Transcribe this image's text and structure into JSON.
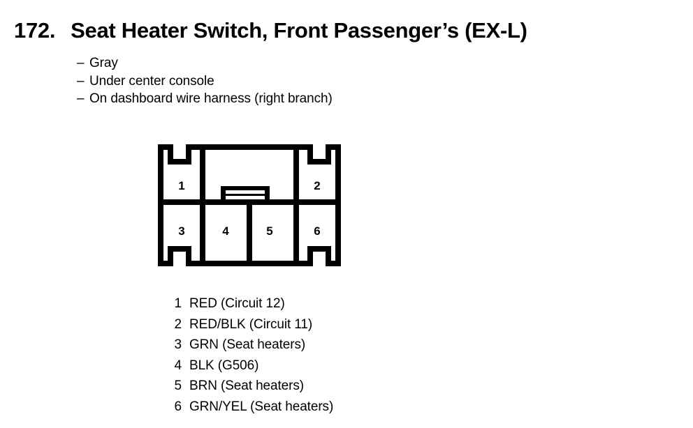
{
  "page": {
    "background_color": "#ffffff",
    "ink_color": "#000000"
  },
  "title": {
    "number": "172.",
    "text": "Seat Heater Switch, Front Passenger’s (EX-L)"
  },
  "attributes": {
    "dash": "–",
    "items": [
      {
        "text": "Gray"
      },
      {
        "text": "Under center console"
      },
      {
        "text": "On dashboard wire harness (right branch)"
      }
    ]
  },
  "connector": {
    "name": "6-pin connector face view",
    "top_row_pins": [
      "1",
      "2"
    ],
    "bottom_row_pins": [
      "3",
      "4",
      "5",
      "6"
    ],
    "latch": "center-latch-tab"
  },
  "legend": {
    "rows": [
      {
        "index": "1",
        "label": "RED (Circuit 12)"
      },
      {
        "index": "2",
        "label": "RED/BLK (Circuit 11)"
      },
      {
        "index": "3",
        "label": "GRN (Seat heaters)"
      },
      {
        "index": "4",
        "label": "BLK (G506)"
      },
      {
        "index": "5",
        "label": "BRN (Seat heaters)"
      },
      {
        "index": "6",
        "label": "GRN/YEL (Seat heaters)"
      }
    ]
  }
}
